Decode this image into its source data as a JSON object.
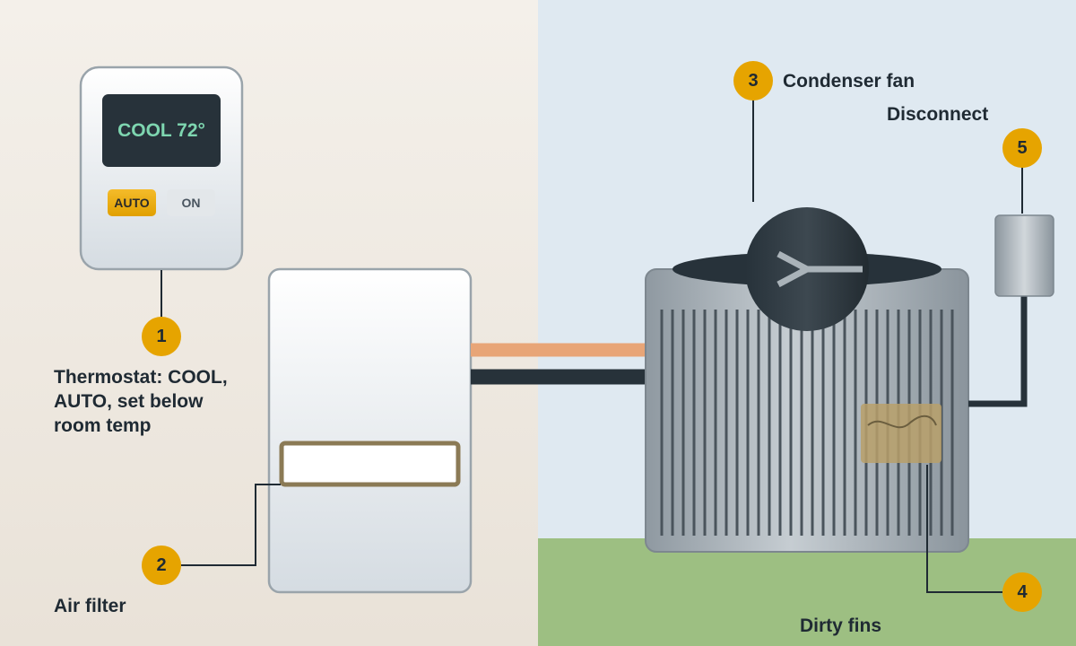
{
  "thermostat": {
    "display": "COOL 72°",
    "buttons": [
      "AUTO",
      "ON"
    ]
  },
  "callouts": [
    {
      "num": "1",
      "label": "Thermostat: COOL, AUTO, set below room temp"
    },
    {
      "num": "2",
      "label": "Air filter"
    },
    {
      "num": "3",
      "label": "Condenser fan"
    },
    {
      "num": "4",
      "label": "Dirty fins"
    },
    {
      "num": "5",
      "label": "Disconnect"
    }
  ],
  "colors": {
    "indoor_bg": "#efe9e1",
    "outdoor_sky": "#dfe9f1",
    "grass": "#9dbf82",
    "badge": "#e6a400",
    "copper_line": "#e8a577",
    "dark_line": "#27323a",
    "display_text": "#7ed6b0",
    "filter_frame": "#8b7a55",
    "dirty_patch": "#b8a06a"
  }
}
